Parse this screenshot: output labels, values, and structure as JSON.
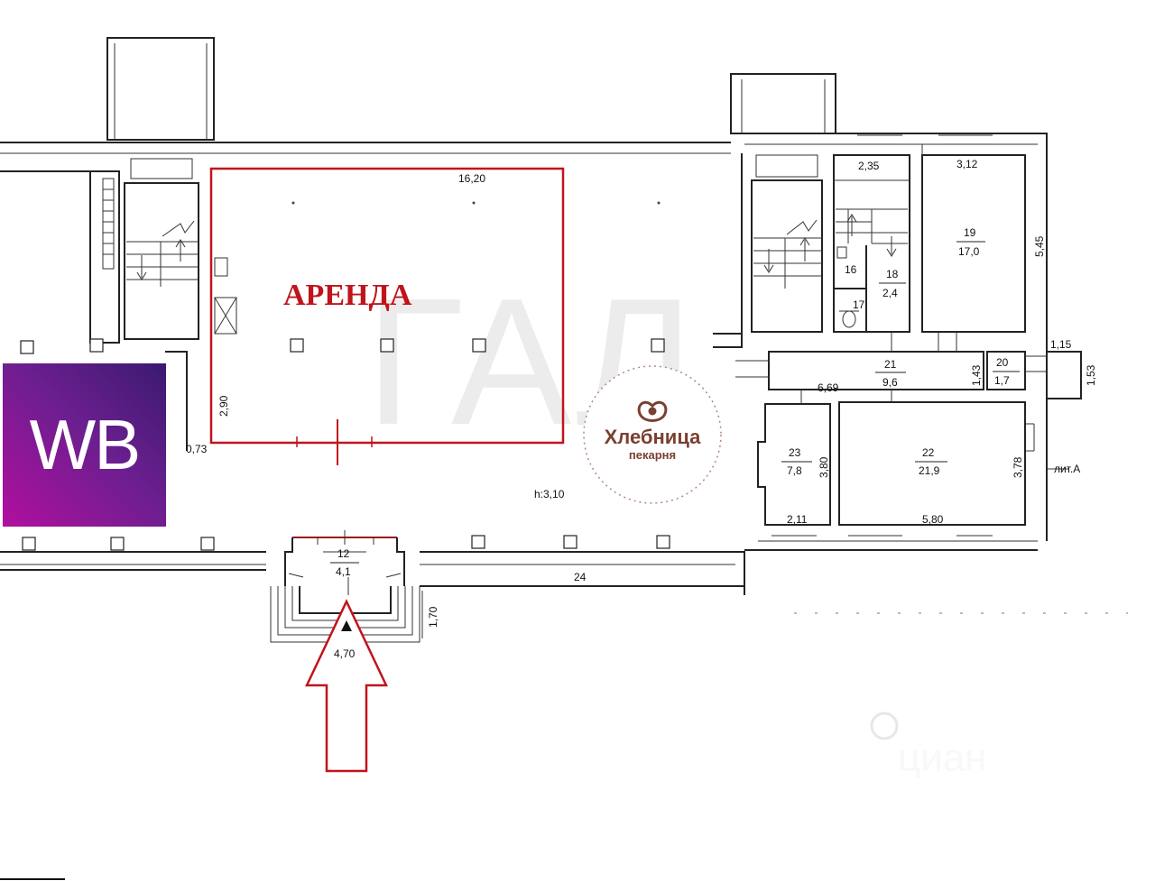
{
  "rent_label": "АРЕНДА",
  "accent_red": "#c0141c",
  "wb_logo": {
    "text": "WB",
    "gradient_from": "#b10f9f",
    "gradient_to": "#3b1a6f"
  },
  "bakery_logo": {
    "name": "Хлебница",
    "subtitle": "пекарня",
    "icon": "pretzel-icon",
    "color": "#7a4030"
  },
  "ceiling_height": "h:3,10",
  "building_letter": "лит.А",
  "dimensions": {
    "rent_width": "16,20",
    "rent_height": "2,90",
    "left_offset": "0,73",
    "room18_top": "2,35",
    "room19_top": "3,12",
    "room19_side": "5,45",
    "room20_top": "1,15",
    "room20_side": "1,53",
    "corridor_height": "1,43",
    "corridor_width": "6,69",
    "room23_side": "3,80",
    "room23_bottom": "2,11",
    "room22_bottom": "5,80",
    "room22_side": "3,78",
    "entrance_width": "4,70",
    "entrance_depth": "1,70",
    "hall_number": "24"
  },
  "rooms": [
    {
      "id": "12",
      "area": "4,1"
    },
    {
      "id": "16",
      "area": ""
    },
    {
      "id": "17",
      "area": ""
    },
    {
      "id": "18",
      "area": "2,4"
    },
    {
      "id": "19",
      "area": "17,0"
    },
    {
      "id": "20",
      "area": "1,7"
    },
    {
      "id": "21",
      "area": "9,6"
    },
    {
      "id": "22",
      "area": "21,9"
    },
    {
      "id": "23",
      "area": "7,8"
    }
  ]
}
